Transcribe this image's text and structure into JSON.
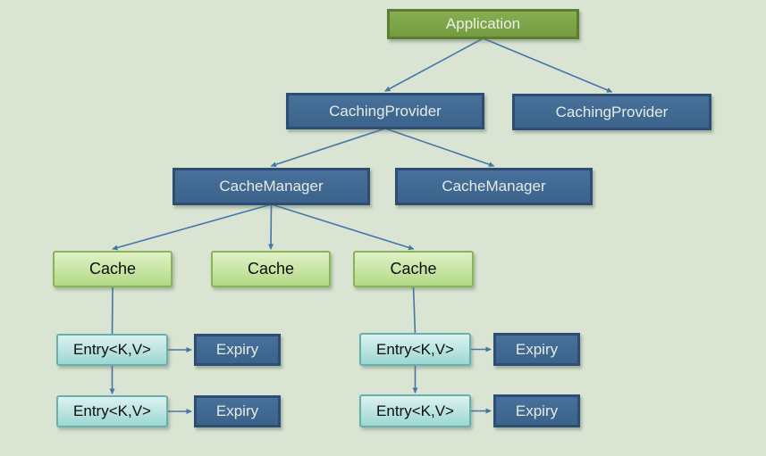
{
  "diagram": {
    "background_color": "#d9e4d3",
    "arrow_color": "#4576a8",
    "palette": {
      "application_fill": "#7ea447",
      "application_border": "#5d7d33",
      "provider_fill": "#40698f",
      "provider_border": "#2d4e72",
      "cache_fill_top": "#e0f1c7",
      "cache_fill_bottom": "#b2da85",
      "cache_border": "#8ab356",
      "entry_fill_top": "#dcf2f0",
      "entry_fill_bottom": "#9cd7d2",
      "entry_border": "#68b0ab"
    },
    "nodes": {
      "application": {
        "label": "Application"
      },
      "caching_provider_1": {
        "label": "CachingProvider"
      },
      "caching_provider_2": {
        "label": "CachingProvider"
      },
      "cache_manager_1": {
        "label": "CacheManager"
      },
      "cache_manager_2": {
        "label": "CacheManager"
      },
      "cache_1": {
        "label": "Cache"
      },
      "cache_2": {
        "label": "Cache"
      },
      "cache_3": {
        "label": "Cache"
      },
      "entry_l1": {
        "label": "Entry<K,V>"
      },
      "expiry_l1": {
        "label": "Expiry"
      },
      "entry_l2": {
        "label": "Entry<K,V>"
      },
      "expiry_l2": {
        "label": "Expiry"
      },
      "entry_r1": {
        "label": "Entry<K,V>"
      },
      "expiry_r1": {
        "label": "Expiry"
      },
      "entry_r2": {
        "label": "Entry<K,V>"
      },
      "expiry_r2": {
        "label": "Expiry"
      }
    },
    "edges": [
      {
        "from": "application",
        "to": "caching_provider_1",
        "dir": "v",
        "arrow": true
      },
      {
        "from": "application",
        "to": "caching_provider_2",
        "dir": "v",
        "arrow": true
      },
      {
        "from": "caching_provider_1",
        "to": "cache_manager_1",
        "dir": "v",
        "arrow": true
      },
      {
        "from": "caching_provider_1",
        "to": "cache_manager_2",
        "dir": "v",
        "arrow": true
      },
      {
        "from": "cache_manager_1",
        "to": "cache_1",
        "dir": "v",
        "arrow": true
      },
      {
        "from": "cache_manager_1",
        "to": "cache_2",
        "dir": "v",
        "arrow": true
      },
      {
        "from": "cache_manager_1",
        "to": "cache_3",
        "dir": "v",
        "arrow": true
      },
      {
        "from": "cache_1",
        "to": "entry_l1",
        "dir": "v",
        "arrow": false
      },
      {
        "from": "cache_3",
        "to": "entry_r1",
        "dir": "v",
        "arrow": false
      },
      {
        "from": "entry_l1",
        "to": "entry_l2",
        "dir": "v",
        "arrow": true
      },
      {
        "from": "entry_r1",
        "to": "entry_r2",
        "dir": "v",
        "arrow": true
      },
      {
        "from": "entry_l1",
        "to": "expiry_l1",
        "dir": "h",
        "arrow": true
      },
      {
        "from": "entry_l2",
        "to": "expiry_l2",
        "dir": "h",
        "arrow": true
      },
      {
        "from": "entry_r1",
        "to": "expiry_r1",
        "dir": "h",
        "arrow": true
      },
      {
        "from": "entry_r2",
        "to": "expiry_r2",
        "dir": "h",
        "arrow": true
      }
    ]
  }
}
